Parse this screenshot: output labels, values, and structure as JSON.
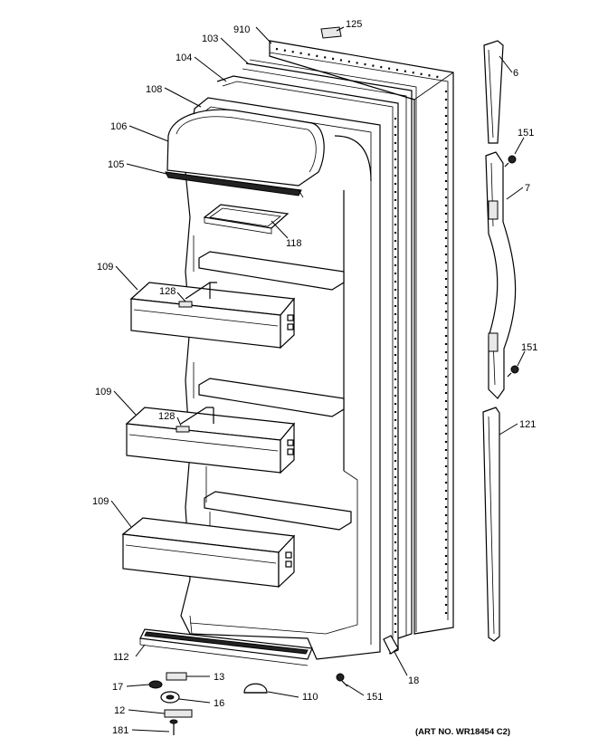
{
  "figure": {
    "art_no": "(ART NO. WR18454 C2)"
  },
  "callouts": {
    "c125": "125",
    "c910": "910",
    "c103": "103",
    "c104": "104",
    "c108": "108",
    "c106": "106",
    "c105": "105",
    "c118": "118",
    "c109a": "109",
    "c128a": "128",
    "c109b": "109",
    "c128b": "128",
    "c109c": "109",
    "c112": "112",
    "c13": "13",
    "c17": "17",
    "c16": "16",
    "c12": "12",
    "c181": "181",
    "c110": "110",
    "c151c": "151",
    "c18": "18",
    "c6": "6",
    "c151a": "151",
    "c7": "7",
    "c151b": "151",
    "c121": "121"
  }
}
